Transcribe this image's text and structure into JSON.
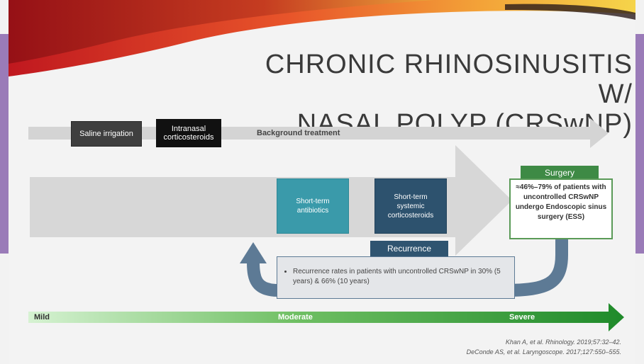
{
  "slide": {
    "title_line1": "CHRONIC RHINOSINUSITIS W/",
    "title_line2": "NASAL POLYP (CRSwNP)"
  },
  "background_row": {
    "saline_label": "Saline irrigation",
    "intranasal_label": "Intranasal corticosteroids",
    "background_label": "Background treatment"
  },
  "treatments": {
    "antibiotics_label": "Short-term antibiotics",
    "systemic_label": "Short-term systemic corticosteroids"
  },
  "recurrence": {
    "label": "Recurrence",
    "text": "Recurrence rates in patients with uncontrolled CRSwNP in 30% (5 years) & 66% (10 years)"
  },
  "surgery": {
    "label": "Surgery",
    "text": "≈46%–79% of patients with uncontrolled CRSwNP undergo Endoscopic sinus surgery (ESS)"
  },
  "severity": {
    "mild": "Mild",
    "moderate": "Moderate",
    "severe": "Severe"
  },
  "citations": {
    "line1": "Khan A, et al. Rhinology. 2019;57:32–42.",
    "line2": "DeConde AS, et al. Laryngoscope. 2017;127:550–555."
  },
  "colors": {
    "accent_green": "#3e8a45",
    "teal": "#3a9aaa",
    "navy": "#2d526e",
    "purple_frame": "#9a7bb8"
  }
}
